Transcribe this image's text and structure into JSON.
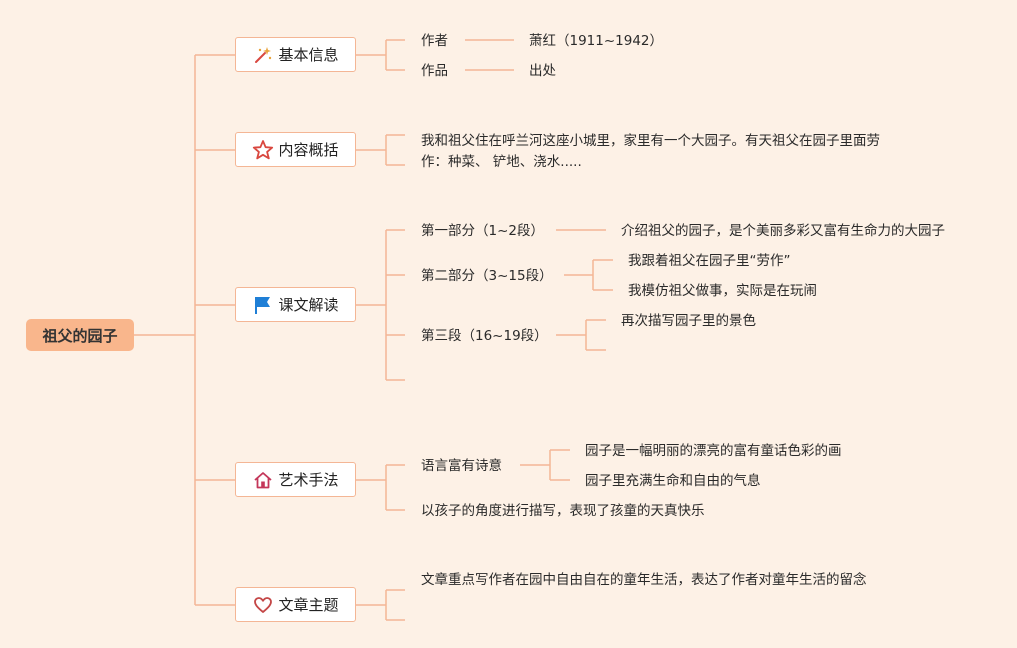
{
  "root": {
    "label": "祖父的园子"
  },
  "branches": [
    {
      "label": "基本信息",
      "icon": "magic-wand-icon"
    },
    {
      "label": "内容概括",
      "icon": "star-icon"
    },
    {
      "label": "课文解读",
      "icon": "flag-icon"
    },
    {
      "label": "艺术手法",
      "icon": "house-icon"
    },
    {
      "label": "文章主题",
      "icon": "heart-icon"
    }
  ],
  "basic_info": {
    "author_label": "作者",
    "author_value": "萧红（1911~1942）",
    "work_label": "作品",
    "work_value": "出处"
  },
  "summary": {
    "text": "我和祖父住在呼兰河这座小城里，家里有一个大园子。有天祖父在园子里面劳作：种菜、 铲地、浇水....."
  },
  "interpretation": {
    "part1": {
      "label": "第一部分（1~2段）",
      "detail": "介绍祖父的园子，是个美丽多彩又富有生命力的大园子"
    },
    "part2": {
      "label": "第二部分（3~15段）",
      "details": [
        "我跟着祖父在园子里“劳作”",
        "我模仿祖父做事，实际是在玩闹"
      ]
    },
    "part3": {
      "label": "第三段（16~19段）",
      "detail": "再次描写园子里的景色"
    }
  },
  "techniques": {
    "poetic_label": "语言富有诗意",
    "poetic_details": [
      "园子是一幅明丽的漂亮的富有童话色彩的画",
      "园子里充满生命和自由的气息"
    ],
    "child_view": "以孩子的角度进行描写，表现了孩童的天真快乐"
  },
  "theme": {
    "text": "文章重点写作者在园中自由自在的童年生活，表达了作者对童年生活的留念"
  },
  "colors": {
    "background": "#fdf1e6",
    "root_fill": "#f9b68c",
    "line": "#f4b695",
    "star": "#d9473f",
    "flag": "#1f7fd6",
    "house": "#c4375a",
    "heart": "#c44747"
  }
}
